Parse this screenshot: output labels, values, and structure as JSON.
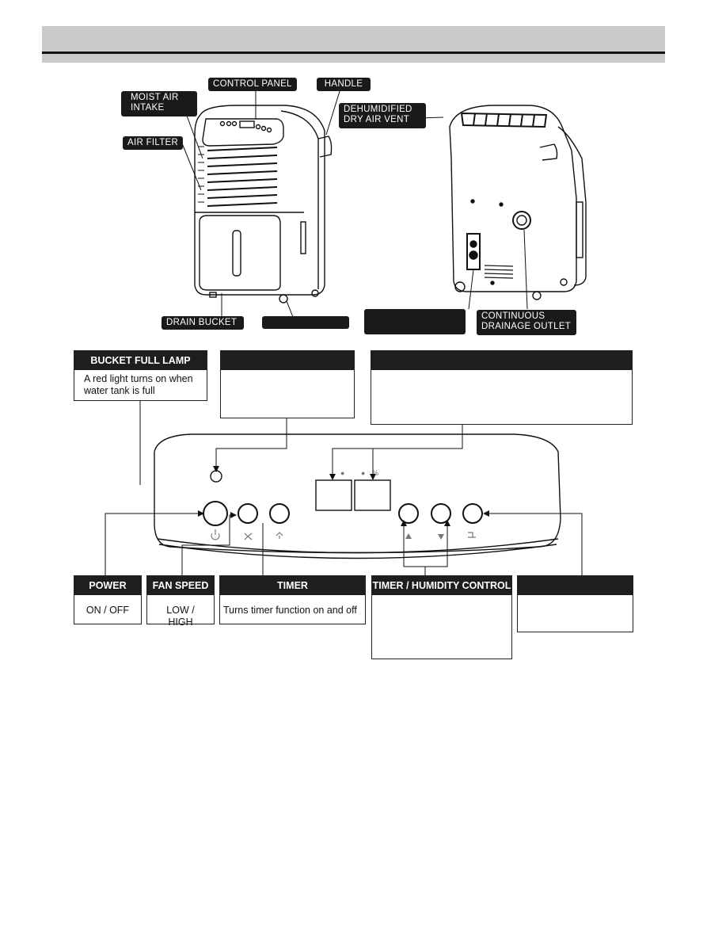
{
  "product_labels": {
    "control_panel": "CONTROL PANEL",
    "handle": "HANDLE",
    "moist_air_intake_1": "MOIST AIR",
    "moist_air_intake_2": "INTAKE",
    "air_filter": "AIR FILTER",
    "dehumidified_1": "DEHUMIDIFIED",
    "dehumidified_2": "DRY AIR VENT",
    "drain_bucket": "DRAIN BUCKET",
    "continuous_1": "CONTINUOUS",
    "continuous_2": "DRAINAGE OUTLET"
  },
  "panel_boxes": {
    "bucket_full": {
      "title": "BUCKET FULL LAMP",
      "text_1": "A red light turns on when",
      "text_2": "water tank is full"
    },
    "power": {
      "title": "POWER",
      "text": "ON / OFF"
    },
    "fan_speed": {
      "title": "FAN SPEED",
      "text": "LOW / HIGH"
    },
    "timer": {
      "title": "TIMER",
      "text": "Turns timer function on and off"
    },
    "timer_humidity": {
      "title": "TIMER / HUMIDITY CONTROL",
      "text": ""
    }
  },
  "colors": {
    "header": "#c9c9cb",
    "label_bg": "#1a1a1a"
  }
}
